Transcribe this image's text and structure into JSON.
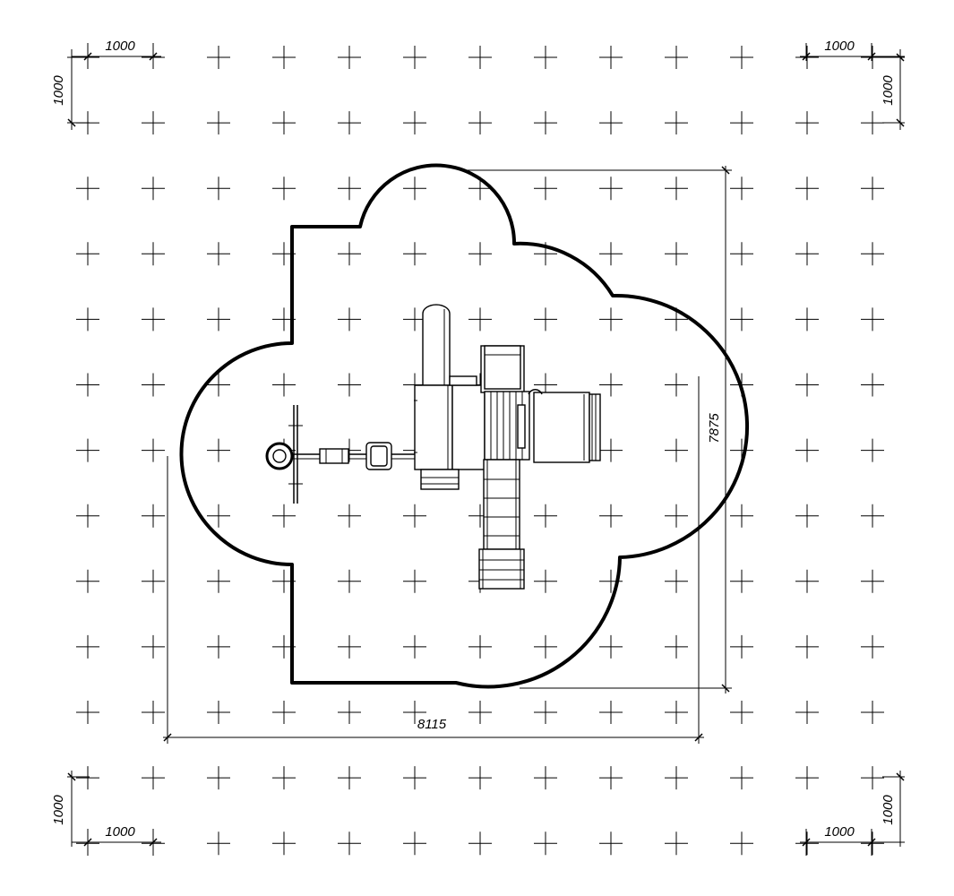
{
  "grid": {
    "step_mm": 1000
  },
  "dimensions": {
    "overall_width": "8115",
    "overall_height": "7875",
    "grid_step_top_left_h": "1000",
    "grid_step_top_left_v": "1000",
    "grid_step_top_right_h": "1000",
    "grid_step_top_right_v": "1000",
    "grid_step_bottom_left_h": "1000",
    "grid_step_bottom_left_v": "1000",
    "grid_step_bottom_right_h": "1000",
    "grid_step_bottom_right_v": "1000"
  }
}
